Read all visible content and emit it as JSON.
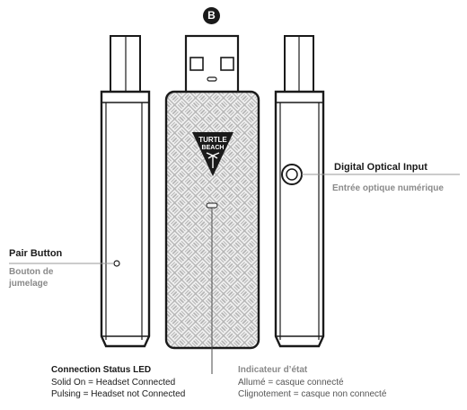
{
  "badge": "B",
  "logo": {
    "line1": "TURTLE",
    "line2": "BEACH"
  },
  "pair_button": {
    "title": "Pair Button",
    "fr": [
      "Bouton de",
      "jumelage"
    ]
  },
  "optical_input": {
    "title": "Digital Optical Input",
    "fr": "Entrée optique numérique"
  },
  "status_led": {
    "title": "Connection Status LED",
    "lines": [
      "Solid On = Headset Connected",
      "Pulsing = Headset not Connected"
    ]
  },
  "status_fr": {
    "title": "Indicateur d’état",
    "lines": [
      "Allumé = casque connecté",
      "Clignotement = casque non connecté"
    ]
  },
  "colors": {
    "ink": "#1a1a1a",
    "grey_label": "#8a8a8a",
    "body_fill": "#b8b8b8",
    "pattern": "#f2f2f2"
  }
}
